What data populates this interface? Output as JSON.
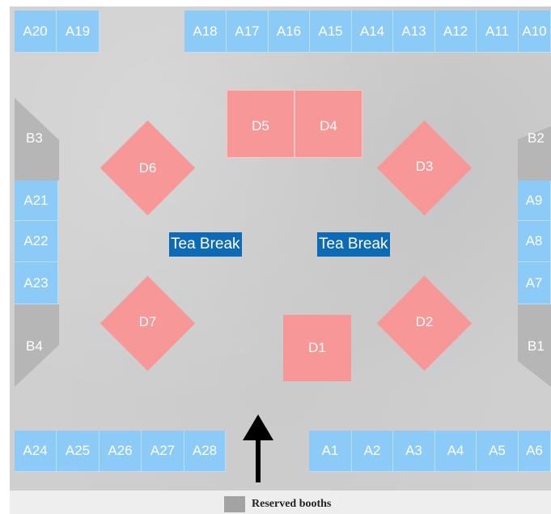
{
  "colors": {
    "booth_a": "#8ccbf8",
    "booth_d": "#f79797",
    "booth_b": "#b6b6b6",
    "tea_break": "#0d6ab6",
    "floor": "#cfcfcf",
    "reserved": "#a3a3a3"
  },
  "top_booths": [
    "A20",
    "A19",
    "A18",
    "A17",
    "A16",
    "A15",
    "A14",
    "A13",
    "A12",
    "A11",
    "A10"
  ],
  "bottom_booths": [
    "A24",
    "A25",
    "A26",
    "A27",
    "A28",
    "A1",
    "A2",
    "A3",
    "A4",
    "A5",
    "A6"
  ],
  "left_booths": [
    "B3",
    "A21",
    "A22",
    "A23",
    "B4"
  ],
  "right_booths": [
    "B2",
    "A9",
    "A8",
    "A7",
    "B1"
  ],
  "center_booths": [
    "D5",
    "D4",
    "D6",
    "D3",
    "D7",
    "D2",
    "D1"
  ],
  "tea_breaks": [
    "Tea Break",
    "Tea Break"
  ],
  "entrance_icon": "up-arrow",
  "legend": {
    "label": "Reserved booths"
  }
}
